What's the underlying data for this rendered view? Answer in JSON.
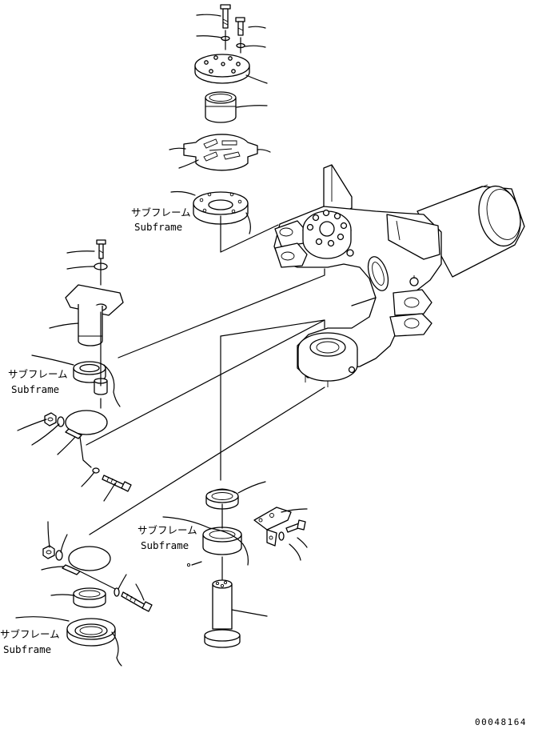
{
  "labels": {
    "subframe_jp": "サブフレーム",
    "subframe_en": "Subframe"
  },
  "drawing_number": "00048164",
  "colors": {
    "line": "#000000",
    "background": "#ffffff"
  }
}
